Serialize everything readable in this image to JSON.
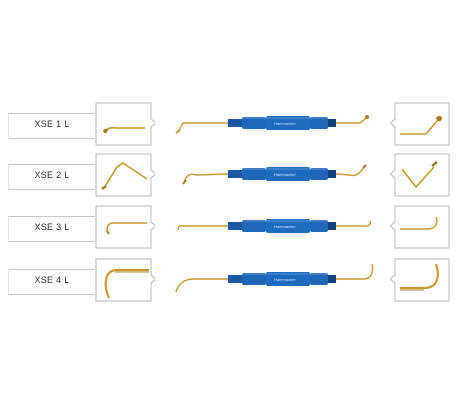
{
  "instruments": [
    {
      "label": "XSE 1 L",
      "brand": "Hammacher"
    },
    {
      "label": "XSE 2 L",
      "brand": "Hammacher"
    },
    {
      "label": "XSE 3 L",
      "brand": "Hammacher"
    },
    {
      "label": "XSE 4 L",
      "brand": "Hammacher"
    }
  ],
  "colors": {
    "handle_blue": "#1f67b8",
    "handle_dark": "#123f80",
    "tip_gold": "#c79a2e",
    "frame_gray": "#c8c8c8"
  },
  "icons": [
    "instrument-tip-detail-left-icon",
    "instrument-tip-detail-right-icon",
    "dental-instrument-icon"
  ]
}
